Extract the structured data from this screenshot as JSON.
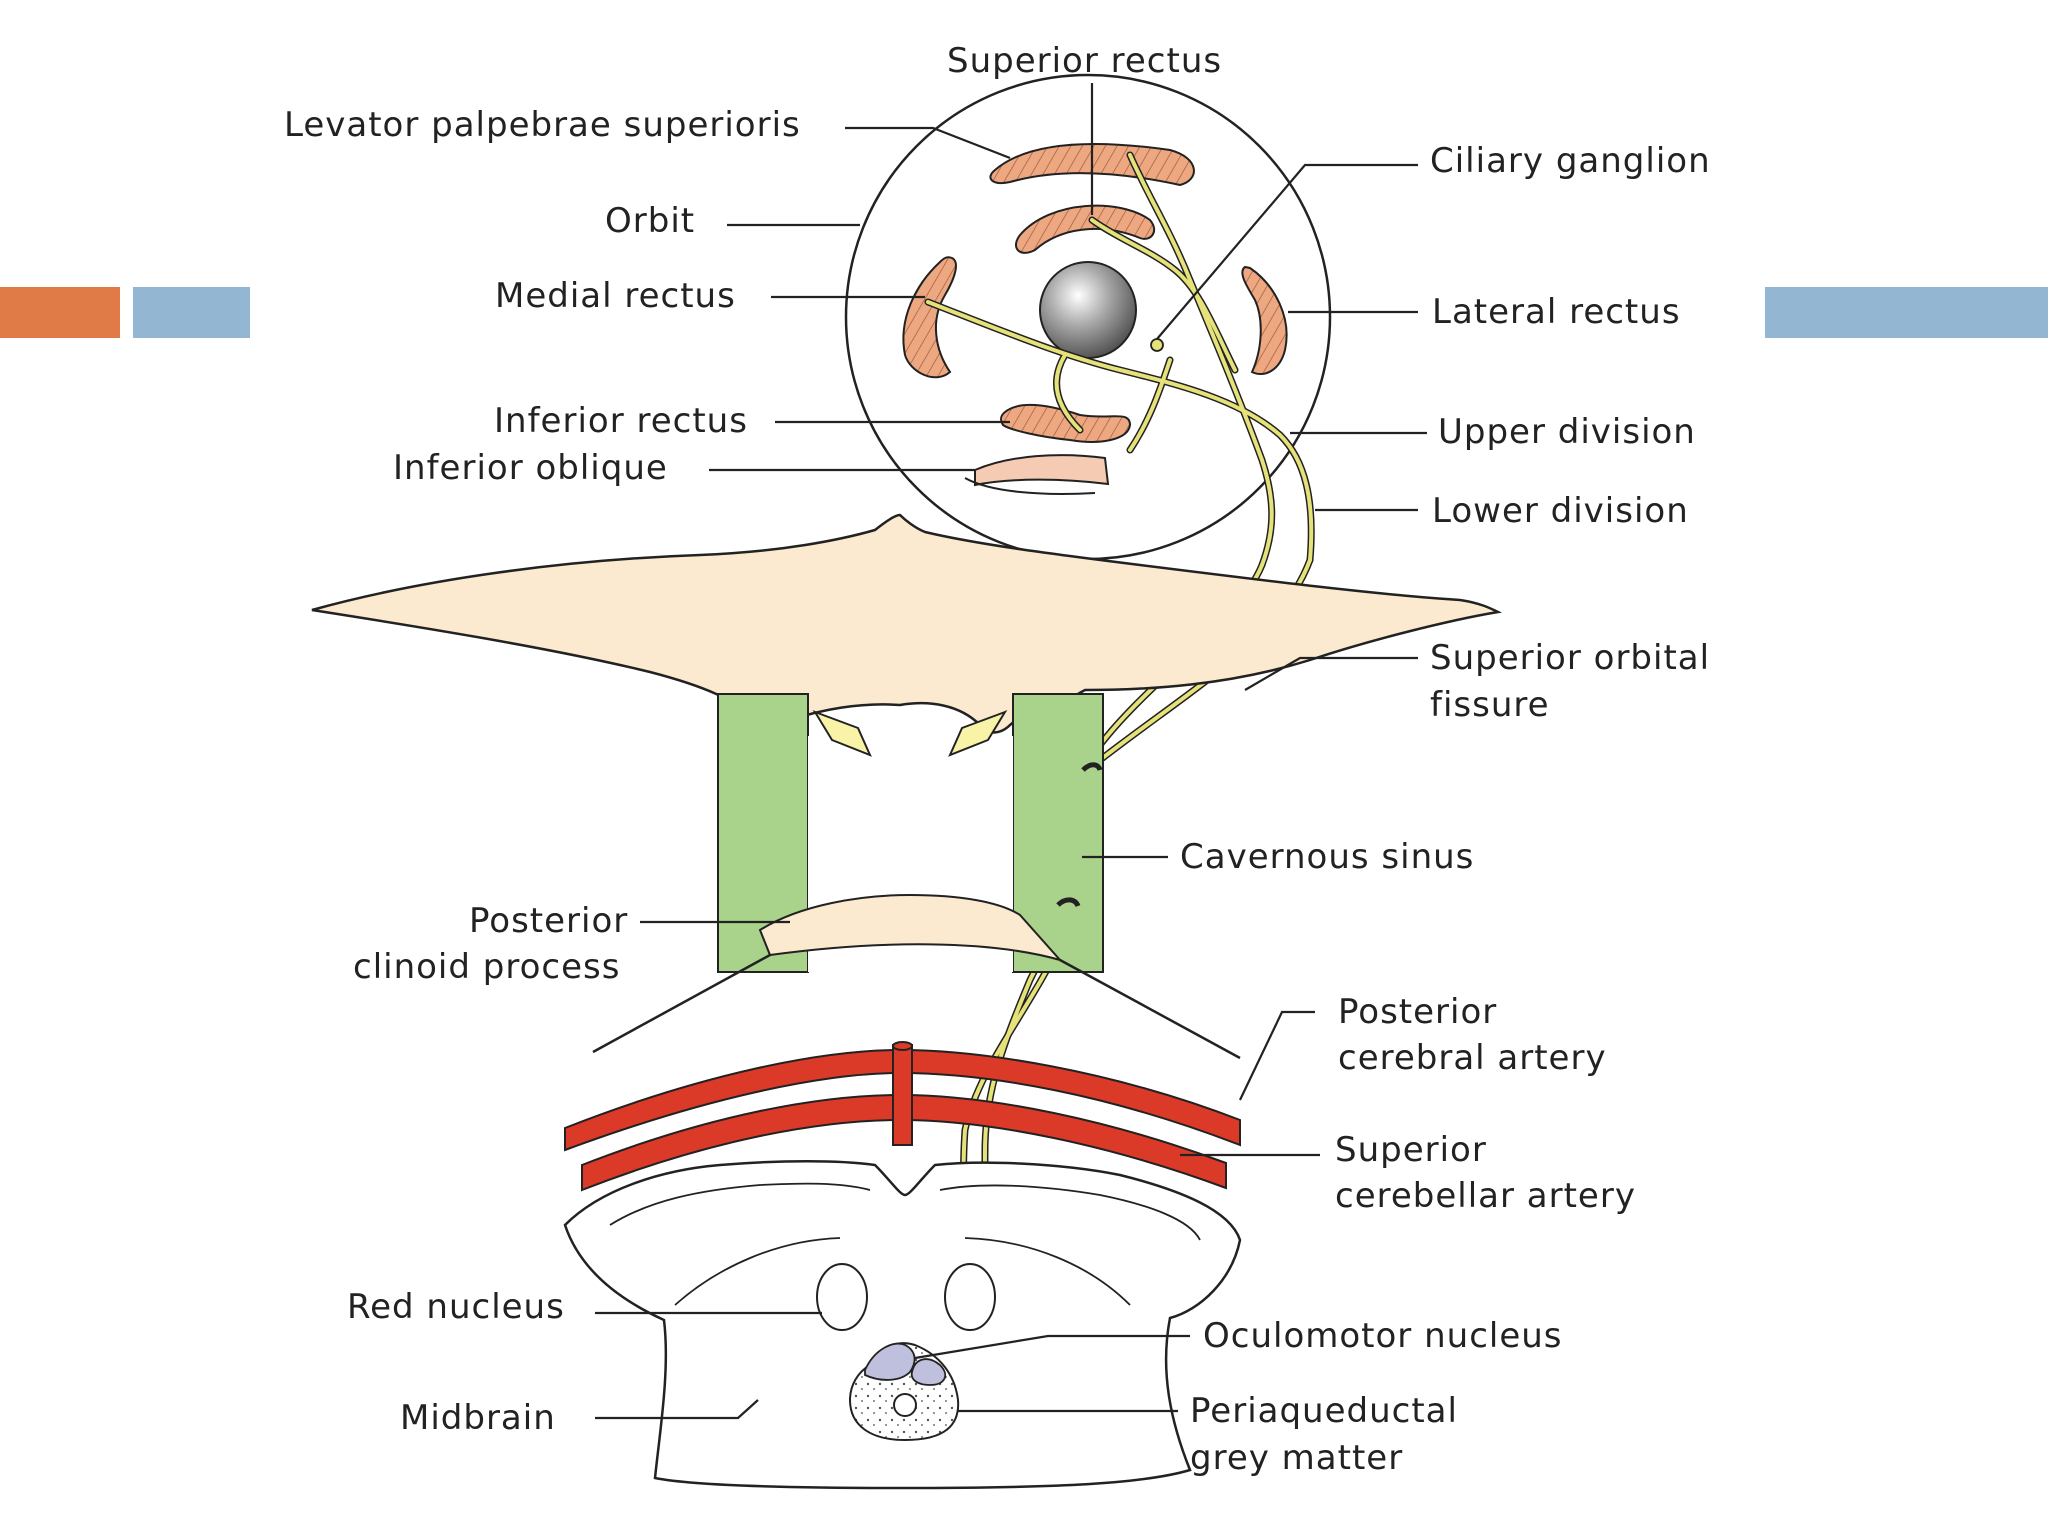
{
  "colors": {
    "accent_orange": "#E07B47",
    "accent_blue": "#93B6D2",
    "muscle": "#EDA882",
    "bone": "#FBEACF",
    "sinus": "#A9D38A",
    "artery": "#DC3A28",
    "nerve": "#E6E27A",
    "nucleus": "#BEC0DD"
  },
  "labels": {
    "superior_rectus": "Superior rectus",
    "levator": "Levator palpebrae superioris",
    "orbit": "Orbit",
    "medial_rectus": "Medial rectus",
    "inferior_rectus": "Inferior rectus",
    "inferior_oblique": "Inferior oblique",
    "ciliary_ganglion": "Ciliary ganglion",
    "lateral_rectus": "Lateral rectus",
    "upper_division": "Upper division",
    "lower_division": "Lower division",
    "superior_orbital_1": "Superior orbital",
    "superior_orbital_2": "fissure",
    "cavernous_sinus": "Cavernous sinus",
    "posterior_clinoid_1": "Posterior",
    "posterior_clinoid_2": "clinoid process",
    "posterior_cerebral_1": "Posterior",
    "posterior_cerebral_2": "cerebral artery",
    "superior_cerebellar_1": "Superior",
    "superior_cerebellar_2": "cerebellar artery",
    "red_nucleus": "Red nucleus",
    "midbrain": "Midbrain",
    "oculomotor_nucleus": "Oculomotor nucleus",
    "periaqueductal_1": "Periaqueductal",
    "periaqueductal_2": "grey matter"
  }
}
